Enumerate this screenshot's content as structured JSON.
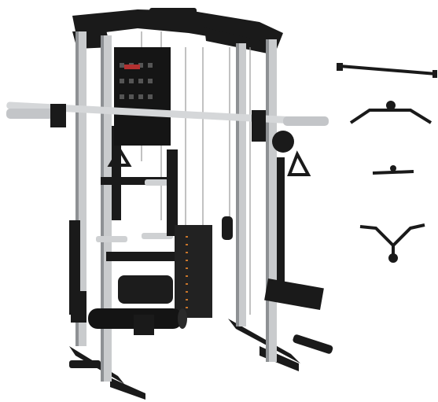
{
  "image": {
    "subject": "functional-trainer-smith-machine",
    "background": "#ffffff",
    "colors": {
      "frame_black": "#1a1a1a",
      "upright_silver": "#c9cbcd",
      "upright_shade": "#8e9194",
      "bar_chrome": "#d5d7d9",
      "weight_stack": "#222222",
      "stack_marks": "#c8752a",
      "cable": "#9a9a9a"
    },
    "attachments": [
      "lat-pulldown-straight-bar",
      "lat-pulldown-curved-bar",
      "short-straight-bar",
      "v-row-handle"
    ]
  }
}
